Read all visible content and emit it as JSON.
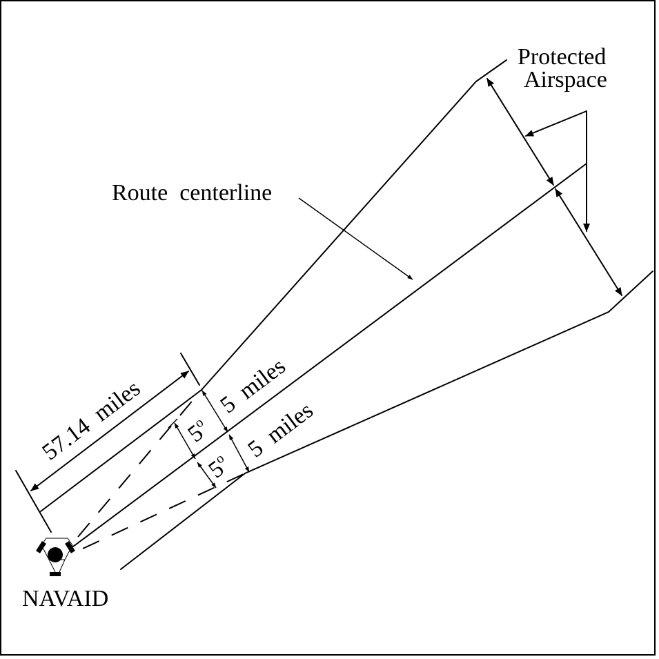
{
  "figure": {
    "title": "Protected airspace along a VOR route beyond 51 NM",
    "colors": {
      "ink": "#000000",
      "background": "#ffffff"
    }
  },
  "labels": {
    "protected_airspace_line1": "Protected",
    "protected_airspace_line2": "Airspace",
    "route_centerline": "Route  centerline",
    "distance": "57.14  miles",
    "half_width_upper": "5  miles",
    "half_width_lower": "5  miles",
    "angle_upper": "5",
    "angle_lower": "5",
    "degree_symbol": "o",
    "navaid": "NAVAID"
  },
  "icons": {
    "navaid_symbol": "vortac-hexagon-icon"
  }
}
